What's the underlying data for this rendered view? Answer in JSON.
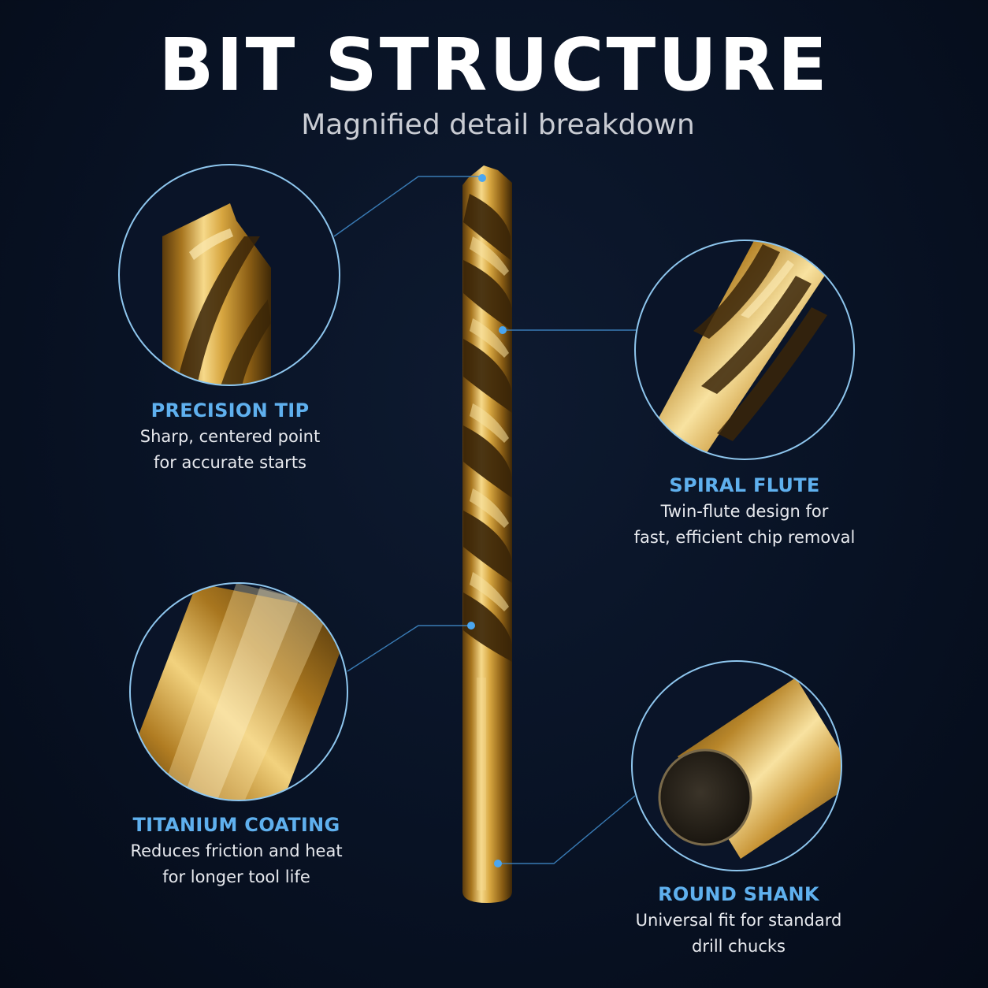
{
  "title": "BIT STRUCTURE",
  "subtitle": "Magnified detail breakdown",
  "callouts": [
    {
      "heading": "PRECISION TIP",
      "lines": [
        "Sharp, centered point",
        "for accurate starts"
      ]
    },
    {
      "heading": "SPIRAL FLUTE",
      "lines": [
        "Twin-flute design for",
        "fast, efficient chip removal"
      ]
    },
    {
      "heading": "TITANIUM COATING",
      "lines": [
        "Reduces friction and heat",
        "for longer tool life"
      ]
    },
    {
      "heading": "ROUND SHANK",
      "lines": [
        "Universal fit for standard",
        "drill chucks"
      ]
    }
  ],
  "colors": {
    "background": "#081224",
    "accent": "#5fb0ee",
    "gold": "#c9962f",
    "text": "#e7e9ee"
  }
}
